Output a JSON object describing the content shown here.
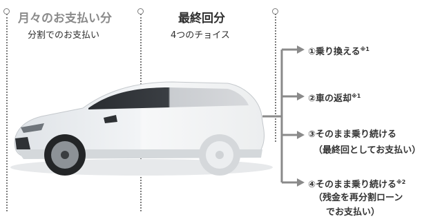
{
  "header": {
    "left_title": "月々のお支払い分",
    "left_subtitle": "分割でのお支払い",
    "right_title": "最終回分",
    "right_subtitle": "4つのチョイス"
  },
  "options": [
    {
      "label": "①乗り換える",
      "note": "※1",
      "sublines": []
    },
    {
      "label": "②車の返却",
      "note": "※1",
      "sublines": []
    },
    {
      "label": "③そのまま乗り続ける",
      "note": "",
      "sublines": [
        "（最終回としてお支払い）"
      ]
    },
    {
      "label": "④そのまま乗り続ける",
      "note": "※2",
      "sublines": [
        "（残金を再分割ローン",
        "でお支払い）"
      ]
    }
  ],
  "colors": {
    "connector": "#8a8a8a",
    "divider": "#7a7a7a",
    "car_body": "#eef0f2",
    "car_fade": "#f7f8f9"
  },
  "icons": [
    "circle-marker-icon",
    "arrow-right-icon",
    "suv-car-icon"
  ]
}
